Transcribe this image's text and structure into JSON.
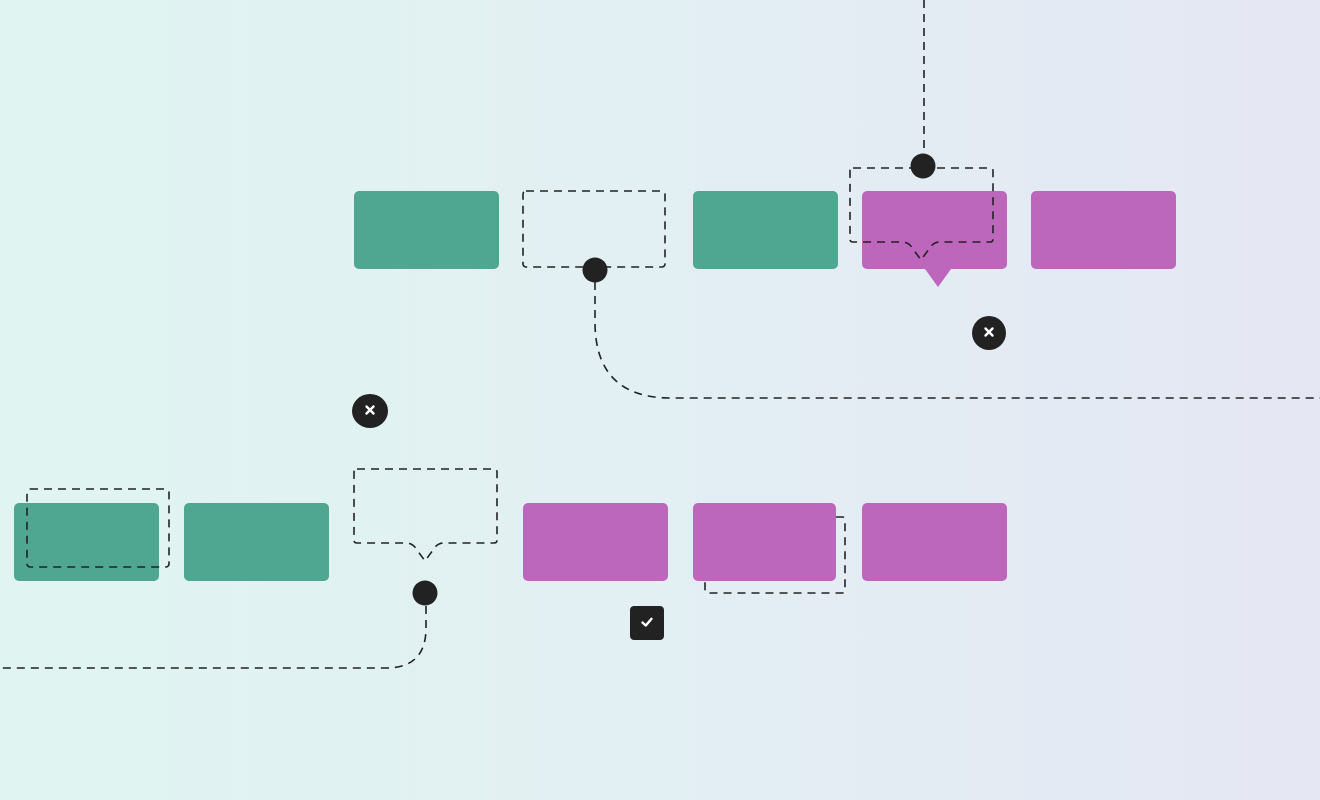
{
  "colors": {
    "teal_block": "#4fa792",
    "magenta_block": "#bc66bc",
    "dark": "#222222",
    "background_left": "#e0f5f1",
    "background_right": "#e5e7f3"
  },
  "rows": [
    {
      "blocks": [
        "teal",
        "placeholder",
        "teal",
        "magenta",
        "magenta"
      ]
    },
    {
      "blocks": [
        "teal",
        "teal",
        "placeholder",
        "magenta",
        "magenta",
        "magenta"
      ]
    }
  ],
  "badges": [
    {
      "icon": "close-icon",
      "state": "reject"
    },
    {
      "icon": "close-icon",
      "state": "reject"
    },
    {
      "icon": "check-icon",
      "state": "accept"
    }
  ]
}
